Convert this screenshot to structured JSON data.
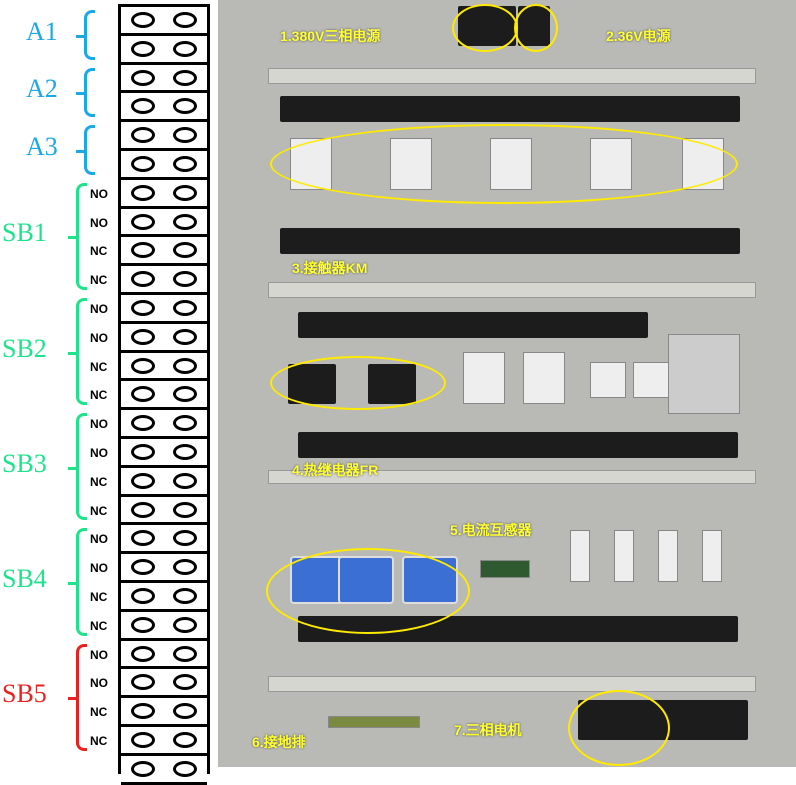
{
  "groups": [
    {
      "label": "A1",
      "color": "#1ba8e6",
      "rows": [
        null,
        null
      ]
    },
    {
      "label": "A2",
      "color": "#1ba8e6",
      "rows": [
        null,
        null
      ]
    },
    {
      "label": "A3",
      "color": "#1ba8e6",
      "rows": [
        null,
        null
      ]
    },
    {
      "label": "SB1",
      "color": "#1ee38a",
      "rows": [
        "NO",
        "NO",
        "NC",
        "NC"
      ]
    },
    {
      "label": "SB2",
      "color": "#1ee38a",
      "rows": [
        "NO",
        "NO",
        "NC",
        "NC"
      ]
    },
    {
      "label": "SB3",
      "color": "#1ee38a",
      "rows": [
        "NO",
        "NO",
        "NC",
        "NC"
      ]
    },
    {
      "label": "SB4",
      "color": "#1ee38a",
      "rows": [
        "NO",
        "NO",
        "NC",
        "NC"
      ]
    },
    {
      "label": "SB5",
      "color": "#e8231f",
      "rows": [
        "NO",
        "NO",
        "NC",
        "NC"
      ]
    }
  ],
  "annotations": {
    "a1": "1.380V三相电源",
    "a2": "2.36V电源",
    "a3": "3.接触器KM",
    "a4": "4.热继电器FR",
    "a5": "5.电流互感器",
    "a6": "6.接地排",
    "a7": "7.三相电机"
  }
}
